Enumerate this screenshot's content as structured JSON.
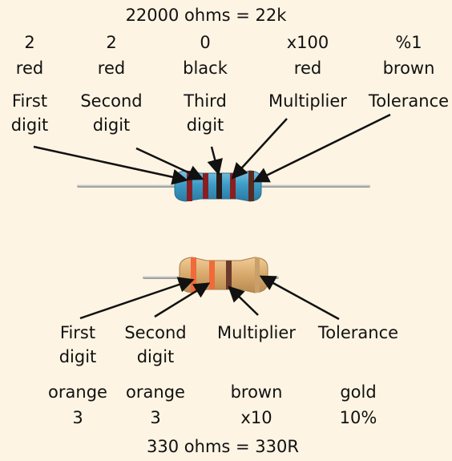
{
  "top": {
    "title": "22000 ohms = 22k",
    "bands": [
      {
        "value": "2",
        "color_name": "red",
        "label_line1": "First",
        "label_line2": "digit",
        "color": "#8a1e22"
      },
      {
        "value": "2",
        "color_name": "red",
        "label_line1": "Second",
        "label_line2": "digit",
        "color": "#8a1e22"
      },
      {
        "value": "0",
        "color_name": "black",
        "label_line1": "Third",
        "label_line2": "digit",
        "color": "#2a1a18"
      },
      {
        "value": "x100",
        "color_name": "red",
        "label_line1": "Multiplier",
        "label_line2": "",
        "color": "#8a1e22"
      },
      {
        "value": "%1",
        "color_name": "brown",
        "label_line1": "Tolerance",
        "label_line2": "",
        "color": "#5b2a20"
      }
    ],
    "body_color": "#4fa3c8"
  },
  "bottom": {
    "title": "330 ohms = 330R",
    "bands": [
      {
        "value": "3",
        "color_name": "orange",
        "label_line1": "First",
        "label_line2": "digit",
        "color": "#f06a3a"
      },
      {
        "value": "3",
        "color_name": "orange",
        "label_line1": "Second",
        "label_line2": "digit",
        "color": "#f06a3a"
      },
      {
        "value": "x10",
        "color_name": "brown",
        "label_line1": "Multiplier",
        "label_line2": "",
        "color": "#6b3a2a"
      },
      {
        "value": "10%",
        "color_name": "gold",
        "label_line1": "Tolerance",
        "label_line2": "",
        "color": "#c9a06a"
      }
    ],
    "body_color": "#d6a66c"
  },
  "background": "#fdf4e3"
}
